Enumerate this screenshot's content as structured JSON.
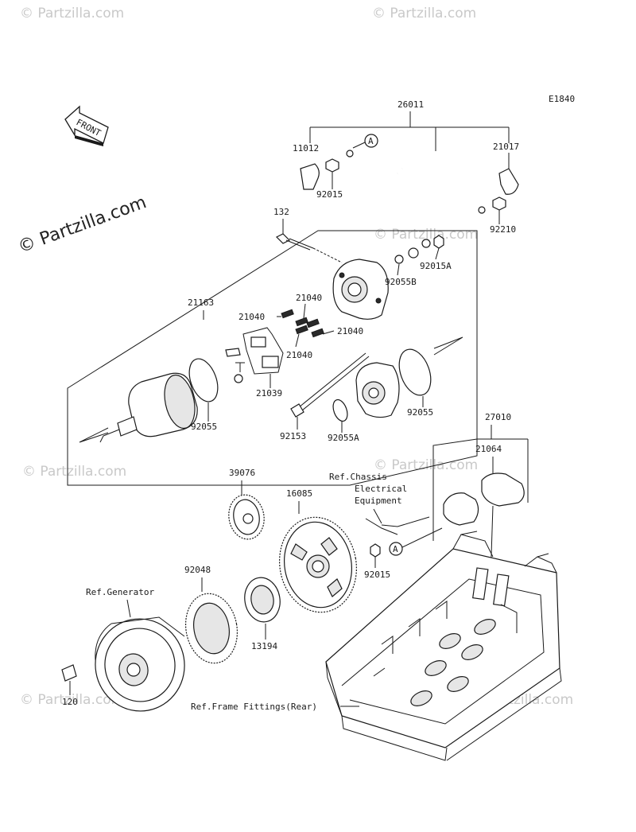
{
  "diagram_code": "E1840",
  "brand": "© Partzilla.com",
  "watermark": "© Partzilla.com",
  "front_arrow_label": "FRONT",
  "callout_marker": "A",
  "parts": [
    "26011",
    "11012",
    "21017",
    "92015",
    "92210",
    "132",
    "92015A",
    "92055B",
    "21163",
    "21040",
    "21040",
    "21040",
    "21040",
    "21039",
    "92055",
    "92055",
    "92153",
    "92055A",
    "27010",
    "21064",
    "39076",
    "16085",
    "92015",
    "92048",
    "13194",
    "120"
  ],
  "references": {
    "chassis": [
      "Ref.Chassis",
      "Electrical",
      "Equipment"
    ],
    "generator": "Ref.Generator",
    "frame": "Ref.Frame Fittings(Rear)"
  }
}
